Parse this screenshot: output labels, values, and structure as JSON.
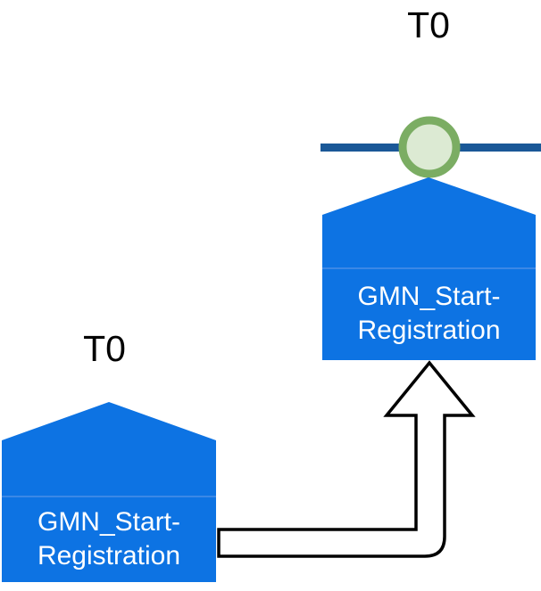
{
  "diagram": {
    "colors": {
      "canvas_bg": "#ffffff",
      "node_fill": "#0d73e3",
      "node_divider": "#4b90e8",
      "node_text": "#ffffff",
      "timeline_line": "#1a5897",
      "event_ring": "#7bad63",
      "event_fill": "#dcead3",
      "arrow_fill": "#ffffff",
      "arrow_stroke": "#000000",
      "label_text": "#000000"
    },
    "timelines": [
      {
        "position": "left",
        "label": "T0"
      },
      {
        "position": "top-right",
        "label": "T0"
      }
    ],
    "nodes": [
      {
        "id": "bottom-left",
        "label": "GMN_Start-Registration"
      },
      {
        "id": "top-right",
        "label": "GMN_Start-Registration"
      }
    ],
    "connector": {
      "type": "elbow-arrow",
      "from": "bottom-left",
      "to": "top-right"
    }
  }
}
